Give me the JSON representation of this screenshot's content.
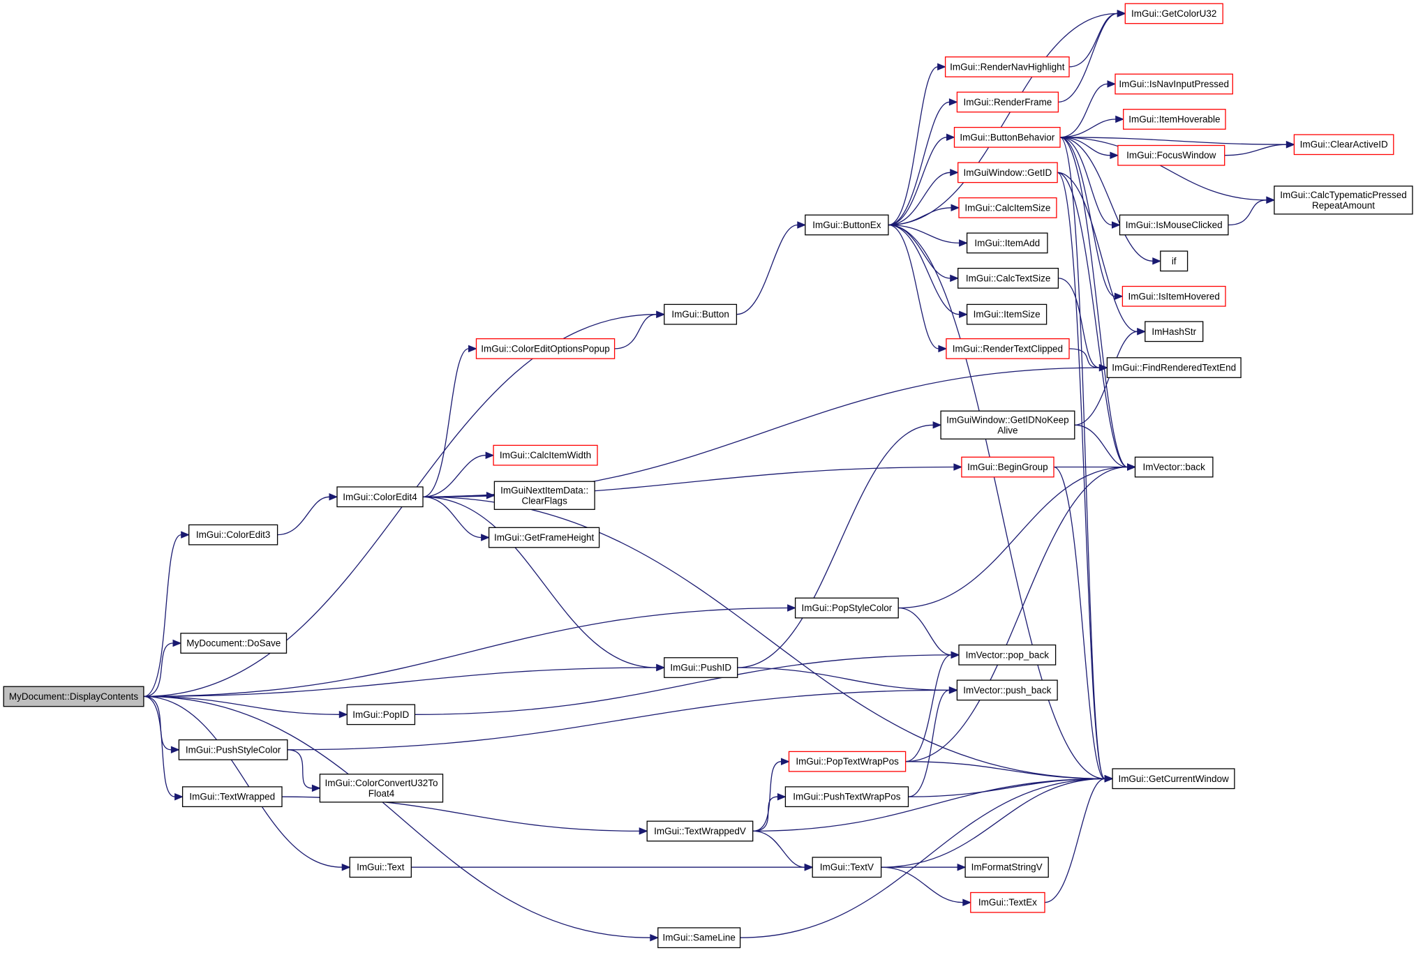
{
  "diagram": {
    "colors": {
      "edge": "#191970",
      "node_border": "#000000",
      "truncated_border": "#ff0000",
      "root_fill": "#bfbfbf",
      "node_fill": "#ffffff"
    },
    "nodes": [
      {
        "id": "root",
        "lines": [
          "MyDocument::DisplayContents"
        ],
        "kind": "root"
      },
      {
        "id": "button",
        "lines": [
          "ImGui::Button"
        ],
        "kind": "normal"
      },
      {
        "id": "coloreditoptionspopup",
        "lines": [
          "ImGui::ColorEditOptionsPopup"
        ],
        "kind": "truncated"
      },
      {
        "id": "coloredit3",
        "lines": [
          "ImGui::ColorEdit3"
        ],
        "kind": "normal"
      },
      {
        "id": "coloredit4",
        "lines": [
          "ImGui::ColorEdit4"
        ],
        "kind": "normal"
      },
      {
        "id": "calcitemwidth",
        "lines": [
          "ImGui::CalcItemWidth"
        ],
        "kind": "truncated"
      },
      {
        "id": "clearflags",
        "lines": [
          "ImGuiNextItemData::",
          "ClearFlags"
        ],
        "kind": "normal"
      },
      {
        "id": "getframeheight",
        "lines": [
          "ImGui::GetFrameHeight"
        ],
        "kind": "normal"
      },
      {
        "id": "popstylecolor",
        "lines": [
          "ImGui::PopStyleColor"
        ],
        "kind": "normal"
      },
      {
        "id": "dosave",
        "lines": [
          "MyDocument::DoSave"
        ],
        "kind": "normal"
      },
      {
        "id": "pushid",
        "lines": [
          "ImGui::PushID"
        ],
        "kind": "normal"
      },
      {
        "id": "popid",
        "lines": [
          "ImGui::PopID"
        ],
        "kind": "normal"
      },
      {
        "id": "pushstylecolor",
        "lines": [
          "ImGui::PushStyleColor"
        ],
        "kind": "normal"
      },
      {
        "id": "colorconvert",
        "lines": [
          "ImGui::ColorConvertU32To",
          "Float4"
        ],
        "kind": "normal"
      },
      {
        "id": "textwrapped",
        "lines": [
          "ImGui::TextWrapped"
        ],
        "kind": "normal"
      },
      {
        "id": "textwrappedv",
        "lines": [
          "ImGui::TextWrappedV"
        ],
        "kind": "normal"
      },
      {
        "id": "text",
        "lines": [
          "ImGui::Text"
        ],
        "kind": "normal"
      },
      {
        "id": "textv",
        "lines": [
          "ImGui::TextV"
        ],
        "kind": "normal"
      },
      {
        "id": "sameline",
        "lines": [
          "ImGui::SameLine"
        ],
        "kind": "normal"
      },
      {
        "id": "buttonex",
        "lines": [
          "ImGui::ButtonEx"
        ],
        "kind": "normal"
      },
      {
        "id": "getcoloru32",
        "lines": [
          "ImGui::GetColorU32"
        ],
        "kind": "truncated"
      },
      {
        "id": "rendernavhighlight",
        "lines": [
          "ImGui::RenderNavHighlight"
        ],
        "kind": "truncated"
      },
      {
        "id": "renderframe",
        "lines": [
          "ImGui::RenderFrame"
        ],
        "kind": "truncated"
      },
      {
        "id": "buttonbehavior",
        "lines": [
          "ImGui::ButtonBehavior"
        ],
        "kind": "truncated"
      },
      {
        "id": "getid",
        "lines": [
          "ImGuiWindow::GetID"
        ],
        "kind": "truncated"
      },
      {
        "id": "calcitemsize",
        "lines": [
          "ImGui::CalcItemSize"
        ],
        "kind": "truncated"
      },
      {
        "id": "itemadd",
        "lines": [
          "ImGui::ItemAdd"
        ],
        "kind": "normal"
      },
      {
        "id": "calctextsize",
        "lines": [
          "ImGui::CalcTextSize"
        ],
        "kind": "normal"
      },
      {
        "id": "itemsize",
        "lines": [
          "ImGui::ItemSize"
        ],
        "kind": "normal"
      },
      {
        "id": "rendertextclipped",
        "lines": [
          "ImGui::RenderTextClipped"
        ],
        "kind": "truncated"
      },
      {
        "id": "getidnokeepalive",
        "lines": [
          "ImGuiWindow::GetIDNoKeep",
          "Alive"
        ],
        "kind": "normal"
      },
      {
        "id": "begingroup",
        "lines": [
          "ImGui::BeginGroup"
        ],
        "kind": "truncated"
      },
      {
        "id": "isnavinputpressed",
        "lines": [
          "ImGui::IsNavInputPressed"
        ],
        "kind": "truncated"
      },
      {
        "id": "itemhoverable",
        "lines": [
          "ImGui::ItemHoverable"
        ],
        "kind": "truncated"
      },
      {
        "id": "focuswindow",
        "lines": [
          "ImGui::FocusWindow"
        ],
        "kind": "truncated"
      },
      {
        "id": "clearactiveid",
        "lines": [
          "ImGui::ClearActiveID"
        ],
        "kind": "truncated"
      },
      {
        "id": "calctypematic",
        "lines": [
          "ImGui::CalcTypematicPressed",
          "RepeatAmount"
        ],
        "kind": "normal"
      },
      {
        "id": "ismouseclicked",
        "lines": [
          "ImGui::IsMouseClicked"
        ],
        "kind": "normal"
      },
      {
        "id": "if",
        "lines": [
          "if"
        ],
        "kind": "normal"
      },
      {
        "id": "isitemhovered",
        "lines": [
          "ImGui::IsItemHovered"
        ],
        "kind": "truncated"
      },
      {
        "id": "imhashstr",
        "lines": [
          "ImHashStr"
        ],
        "kind": "normal"
      },
      {
        "id": "findrenderedtextend",
        "lines": [
          "ImGui::FindRenderedTextEnd"
        ],
        "kind": "normal"
      },
      {
        "id": "back",
        "lines": [
          "ImVector::back"
        ],
        "kind": "normal"
      },
      {
        "id": "popback",
        "lines": [
          "ImVector::pop_back"
        ],
        "kind": "normal"
      },
      {
        "id": "pushback",
        "lines": [
          "ImVector::push_back"
        ],
        "kind": "normal"
      },
      {
        "id": "poptextwrappos",
        "lines": [
          "ImGui::PopTextWrapPos"
        ],
        "kind": "truncated"
      },
      {
        "id": "pushtextwrappos",
        "lines": [
          "ImGui::PushTextWrapPos"
        ],
        "kind": "normal"
      },
      {
        "id": "getcurrentwindow",
        "lines": [
          "ImGui::GetCurrentWindow"
        ],
        "kind": "normal"
      },
      {
        "id": "imformatstringv",
        "lines": [
          "ImFormatStringV"
        ],
        "kind": "normal"
      },
      {
        "id": "textex",
        "lines": [
          "ImGui::TextEx"
        ],
        "kind": "truncated"
      }
    ],
    "edges": [
      [
        "root",
        "button"
      ],
      [
        "root",
        "coloredit3"
      ],
      [
        "root",
        "popstylecolor"
      ],
      [
        "root",
        "dosave"
      ],
      [
        "root",
        "pushid"
      ],
      [
        "root",
        "popid"
      ],
      [
        "root",
        "pushstylecolor"
      ],
      [
        "root",
        "textwrapped"
      ],
      [
        "root",
        "text"
      ],
      [
        "root",
        "sameline"
      ],
      [
        "button",
        "buttonex"
      ],
      [
        "coloreditoptionspopup",
        "button"
      ],
      [
        "coloredit3",
        "coloredit4"
      ],
      [
        "coloredit4",
        "coloreditoptionspopup"
      ],
      [
        "coloredit4",
        "findrenderedtextend"
      ],
      [
        "coloredit4",
        "begingroup"
      ],
      [
        "coloredit4",
        "calcitemwidth"
      ],
      [
        "coloredit4",
        "clearflags"
      ],
      [
        "coloredit4",
        "getframeheight"
      ],
      [
        "coloredit4",
        "getcurrentwindow"
      ],
      [
        "coloredit4",
        "pushid"
      ],
      [
        "buttonex",
        "getcoloru32"
      ],
      [
        "buttonex",
        "rendernavhighlight"
      ],
      [
        "buttonex",
        "renderframe"
      ],
      [
        "buttonex",
        "buttonbehavior"
      ],
      [
        "buttonex",
        "getid"
      ],
      [
        "buttonex",
        "calcitemsize"
      ],
      [
        "buttonex",
        "itemadd"
      ],
      [
        "buttonex",
        "calctextsize"
      ],
      [
        "buttonex",
        "itemsize"
      ],
      [
        "buttonex",
        "rendertextclipped"
      ],
      [
        "buttonex",
        "getcurrentwindow"
      ],
      [
        "rendernavhighlight",
        "getcoloru32"
      ],
      [
        "renderframe",
        "getcoloru32"
      ],
      [
        "buttonbehavior",
        "isnavinputpressed"
      ],
      [
        "buttonbehavior",
        "itemhoverable"
      ],
      [
        "buttonbehavior",
        "focuswindow"
      ],
      [
        "buttonbehavior",
        "clearactiveid"
      ],
      [
        "buttonbehavior",
        "calctypematic"
      ],
      [
        "buttonbehavior",
        "ismouseclicked"
      ],
      [
        "buttonbehavior",
        "if"
      ],
      [
        "buttonbehavior",
        "isitemhovered"
      ],
      [
        "buttonbehavior",
        "getcurrentwindow"
      ],
      [
        "buttonbehavior",
        "back"
      ],
      [
        "focuswindow",
        "clearactiveid"
      ],
      [
        "ismouseclicked",
        "calctypematic"
      ],
      [
        "getid",
        "imhashstr"
      ],
      [
        "getid",
        "back"
      ],
      [
        "getid",
        "getcurrentwindow"
      ],
      [
        "calctextsize",
        "findrenderedtextend"
      ],
      [
        "rendertextclipped",
        "findrenderedtextend"
      ],
      [
        "getidnokeepalive",
        "imhashstr"
      ],
      [
        "getidnokeepalive",
        "back"
      ],
      [
        "begingroup",
        "back"
      ],
      [
        "begingroup",
        "getcurrentwindow"
      ],
      [
        "popstylecolor",
        "back"
      ],
      [
        "popstylecolor",
        "popback"
      ],
      [
        "pushid",
        "getidnokeepalive"
      ],
      [
        "pushid",
        "pushback"
      ],
      [
        "popid",
        "popback"
      ],
      [
        "pushstylecolor",
        "pushback"
      ],
      [
        "pushstylecolor",
        "colorconvert"
      ],
      [
        "textwrapped",
        "textwrappedv"
      ],
      [
        "textwrappedv",
        "poptextwrappos"
      ],
      [
        "textwrappedv",
        "pushtextwrappos"
      ],
      [
        "textwrappedv",
        "getcurrentwindow"
      ],
      [
        "textwrappedv",
        "textv"
      ],
      [
        "poptextwrappos",
        "popback"
      ],
      [
        "poptextwrappos",
        "back"
      ],
      [
        "poptextwrappos",
        "getcurrentwindow"
      ],
      [
        "pushtextwrappos",
        "pushback"
      ],
      [
        "pushtextwrappos",
        "getcurrentwindow"
      ],
      [
        "text",
        "textv"
      ],
      [
        "textv",
        "imformatstringv"
      ],
      [
        "textv",
        "textex"
      ],
      [
        "textv",
        "getcurrentwindow"
      ],
      [
        "textex",
        "getcurrentwindow"
      ],
      [
        "sameline",
        "getcurrentwindow"
      ]
    ]
  }
}
